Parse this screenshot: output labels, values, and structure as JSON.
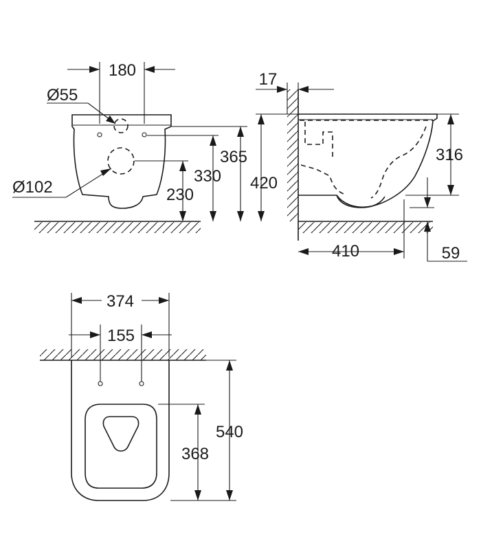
{
  "front_view": {
    "width_label": "180",
    "upper_hole_label": "Ø55",
    "lower_hole_label": "Ø102",
    "height_365_label": "365",
    "height_330_label": "330",
    "height_230_label": "230"
  },
  "side_view": {
    "offset_label": "17",
    "height_label": "420",
    "bowl_height_label": "316",
    "depth_label": "410",
    "outlet_height_label": "59"
  },
  "top_view": {
    "overall_width_label": "374",
    "bolt_spacing_label": "155",
    "overall_length_label": "540",
    "seat_length_label": "368"
  }
}
